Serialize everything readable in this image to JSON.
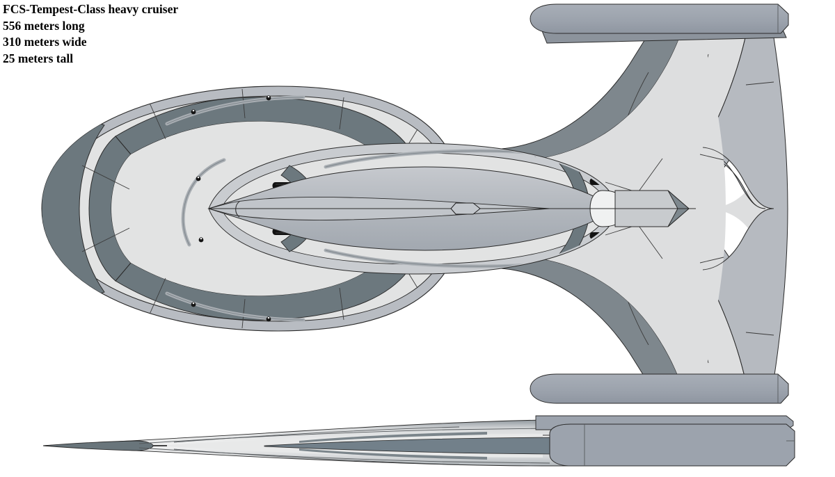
{
  "spec": {
    "title": "FCS-Tempest-Class heavy cruiser",
    "length": "556 meters long",
    "width": "310 meters wide",
    "height": "25 meters tall"
  },
  "colors": {
    "background": "#ffffff",
    "hull_light": "#e2e3e3",
    "hull_light2": "#dcdddd",
    "hull_mid": "#c9cbce",
    "rim_band": "#b8bcc2",
    "nacelle": "#9ca3ad",
    "trench_dark": "#6c787e",
    "trench_dark2": "#7b858b",
    "outline": "#2a2a2a",
    "spine": "#b4b8bd",
    "spine_dark": "#9aa0a7",
    "emitter": "#111111"
  },
  "views": [
    {
      "name": "top-view",
      "label": "Top plan view"
    },
    {
      "name": "side-view",
      "label": "Side elevation view"
    }
  ],
  "components": {
    "saucer": "primary elliptical saucer hull",
    "trench": "dark circumferential trench band",
    "rim": "outer rim band",
    "inner_hull": "secondary inner elliptical hull",
    "spine": "central dorsal spine",
    "bridge": "hexagonal bridge module",
    "deflector": "forward deflector module",
    "pylon_upper": "upper swept warp pylon",
    "pylon_lower": "lower swept warp pylon",
    "nacelle_upper": "upper warp nacelle",
    "nacelle_lower": "lower warp nacelle",
    "phaser_strips": "curved phaser emitter strips",
    "torpedo_ports": "torpedo launcher ports"
  },
  "counts": {
    "phaser_strips": 8,
    "nacelles": 2,
    "pylons": 2,
    "torpedo_ports": 4
  }
}
